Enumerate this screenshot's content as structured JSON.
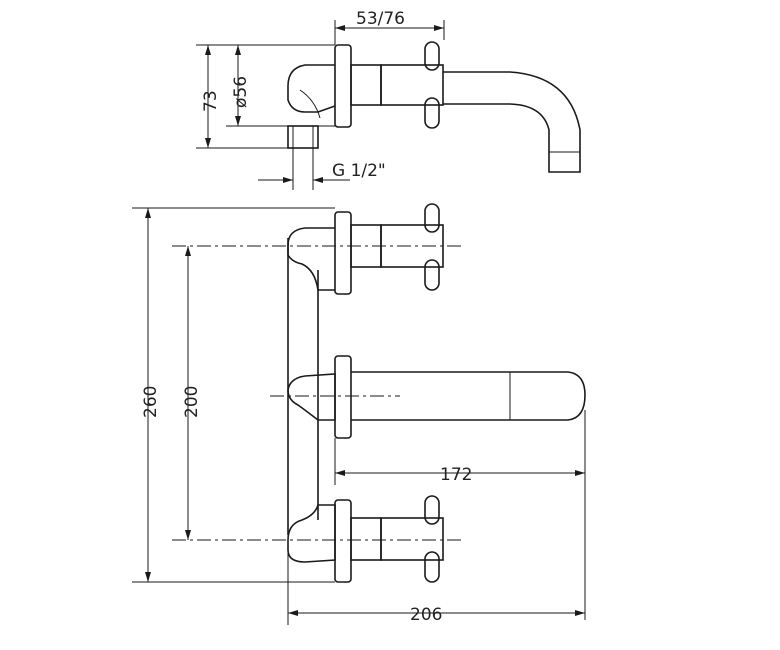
{
  "drawing": {
    "title": "",
    "line_color": "#1a1a1a",
    "dimensions": {
      "top_depth": "53/76",
      "flange_height": "73",
      "flange_diameter": "ø56",
      "thread": "G 1/2\"",
      "overall_height": "260",
      "handle_spacing": "200",
      "spout_projection": "172",
      "overall_width": "206"
    }
  }
}
